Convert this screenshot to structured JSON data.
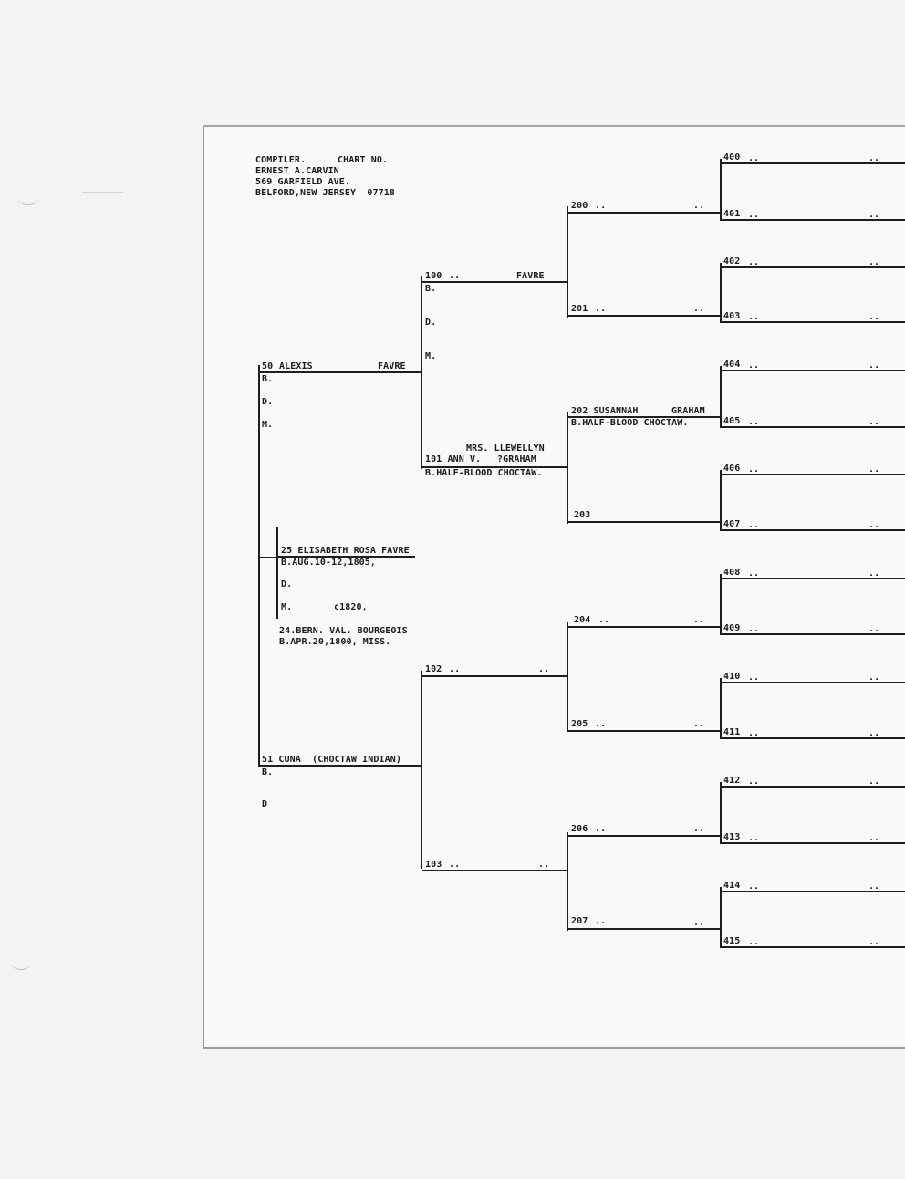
{
  "compiler": {
    "heading": "COMPILER.",
    "chart_no_label": "CHART NO.",
    "name": "ERNEST A.CARVIN",
    "street": "569 GARFIELD AVE.",
    "city": "BELFORD,NEW JERSEY  07718"
  },
  "subject": {
    "line": "25 ELISABETH ROSA FAVRE",
    "birth": "B.AUG.10-12,1805,",
    "death": "D.",
    "marriage_label": "M.",
    "marriage_value": "c1820,",
    "spouse_line": "24.BERN. VAL. BOURGEOIS",
    "spouse_birth": "B.APR.20,1800, MISS."
  },
  "gen1": {
    "p50": {
      "num": "50",
      "name": "ALEXIS",
      "surname": "FAVRE",
      "b": "B.",
      "d": "D.",
      "m": "M."
    },
    "p51": {
      "line": "51 CUNA  (CHOCTAW INDIAN)",
      "b": "B.",
      "d": "D"
    }
  },
  "gen2": {
    "p100": {
      "num": "100",
      "dots": "..",
      "surname": "FAVRE",
      "b": "B.",
      "d": "D.",
      "m": "M."
    },
    "p101": {
      "prefix": "MRS. LLEWELLYN",
      "line": "101 ANN V.",
      "surname": "?GRAHAM",
      "note": "B.HALF-BLOOD CHOCTAW."
    },
    "p102": {
      "num": "102",
      "dots": "..",
      "dots2": ".."
    },
    "p103": {
      "num": "103",
      "dots": "..",
      "dots2": ".."
    }
  },
  "gen3": {
    "p200": {
      "num": "200",
      "dots": "..",
      "dots2": ".."
    },
    "p201": {
      "num": "201",
      "dots": "..",
      "dots2": ".."
    },
    "p202": {
      "line": "202 SUSANNAH",
      "surname": "GRAHAM",
      "note": "B.HALF-BLOOD CHOCTAW."
    },
    "p203": {
      "num": "203"
    },
    "p204": {
      "num": "204",
      "dots": "..",
      "dots2": ".."
    },
    "p205": {
      "num": "205",
      "dots": "..",
      "dots2": ".."
    },
    "p206": {
      "num": "206",
      "dots": "..",
      "dots2": ".."
    },
    "p207": {
      "num": "207",
      "dots": "..",
      "dots2": ".."
    }
  },
  "gen4": [
    {
      "num": "400",
      "dots": "..",
      "dots2": ".."
    },
    {
      "num": "401",
      "dots": "..",
      "dots2": ".."
    },
    {
      "num": "402",
      "dots": "..",
      "dots2": ".."
    },
    {
      "num": "403",
      "dots": "..",
      "dots2": ".."
    },
    {
      "num": "404",
      "dots": "..",
      "dots2": ".."
    },
    {
      "num": "405",
      "dots": "..",
      "dots2": ".."
    },
    {
      "num": "406",
      "dots": "..",
      "dots2": ".."
    },
    {
      "num": "407",
      "dots": "..",
      "dots2": ".."
    },
    {
      "num": "408",
      "dots": "..",
      "dots2": ".."
    },
    {
      "num": "409",
      "dots": "..",
      "dots2": ".."
    },
    {
      "num": "410",
      "dots": "..",
      "dots2": ".."
    },
    {
      "num": "411",
      "dots": "..",
      "dots2": ".."
    },
    {
      "num": "412",
      "dots": "..",
      "dots2": ".."
    },
    {
      "num": "413",
      "dots": "..",
      "dots2": ".."
    },
    {
      "num": "414",
      "dots": "..",
      "dots2": ".."
    },
    {
      "num": "415",
      "dots": "..",
      "dots2": ".."
    }
  ]
}
